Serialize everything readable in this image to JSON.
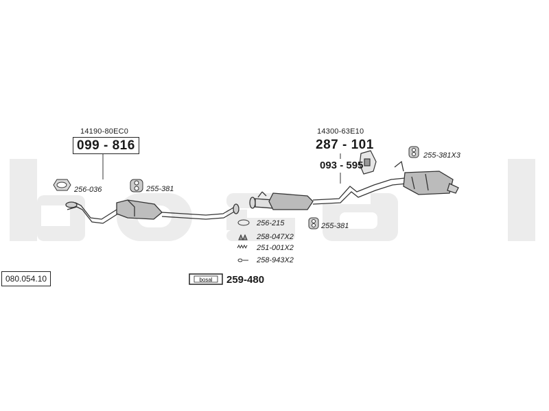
{
  "brand": {
    "watermark": "bosal",
    "badge_text": "bosal"
  },
  "reference_number": "080.054.10",
  "front_section": {
    "oem_number": "14190-80EC0",
    "part_number": "099 - 816",
    "parts": [
      {
        "id": "gasket-front",
        "label": "256-036"
      },
      {
        "id": "rubber-mount-front",
        "label": "255-381"
      }
    ]
  },
  "middle_section": {
    "oem_number": "14300-63E10",
    "part_number": "287 - 101",
    "bracket_number": "093 - 595",
    "rubber_mount_label": "255-381"
  },
  "rear_section": {
    "rubber_mount_label": "255-381X3"
  },
  "fittings": [
    {
      "id": "gasket-mid",
      "label": "256-215"
    },
    {
      "id": "spring",
      "label": "258-047X2"
    },
    {
      "id": "spring-2",
      "label": "251-001X2"
    },
    {
      "id": "bolt",
      "label": "258-943X2"
    }
  ],
  "mounting_kit": {
    "label": "259-480"
  }
}
